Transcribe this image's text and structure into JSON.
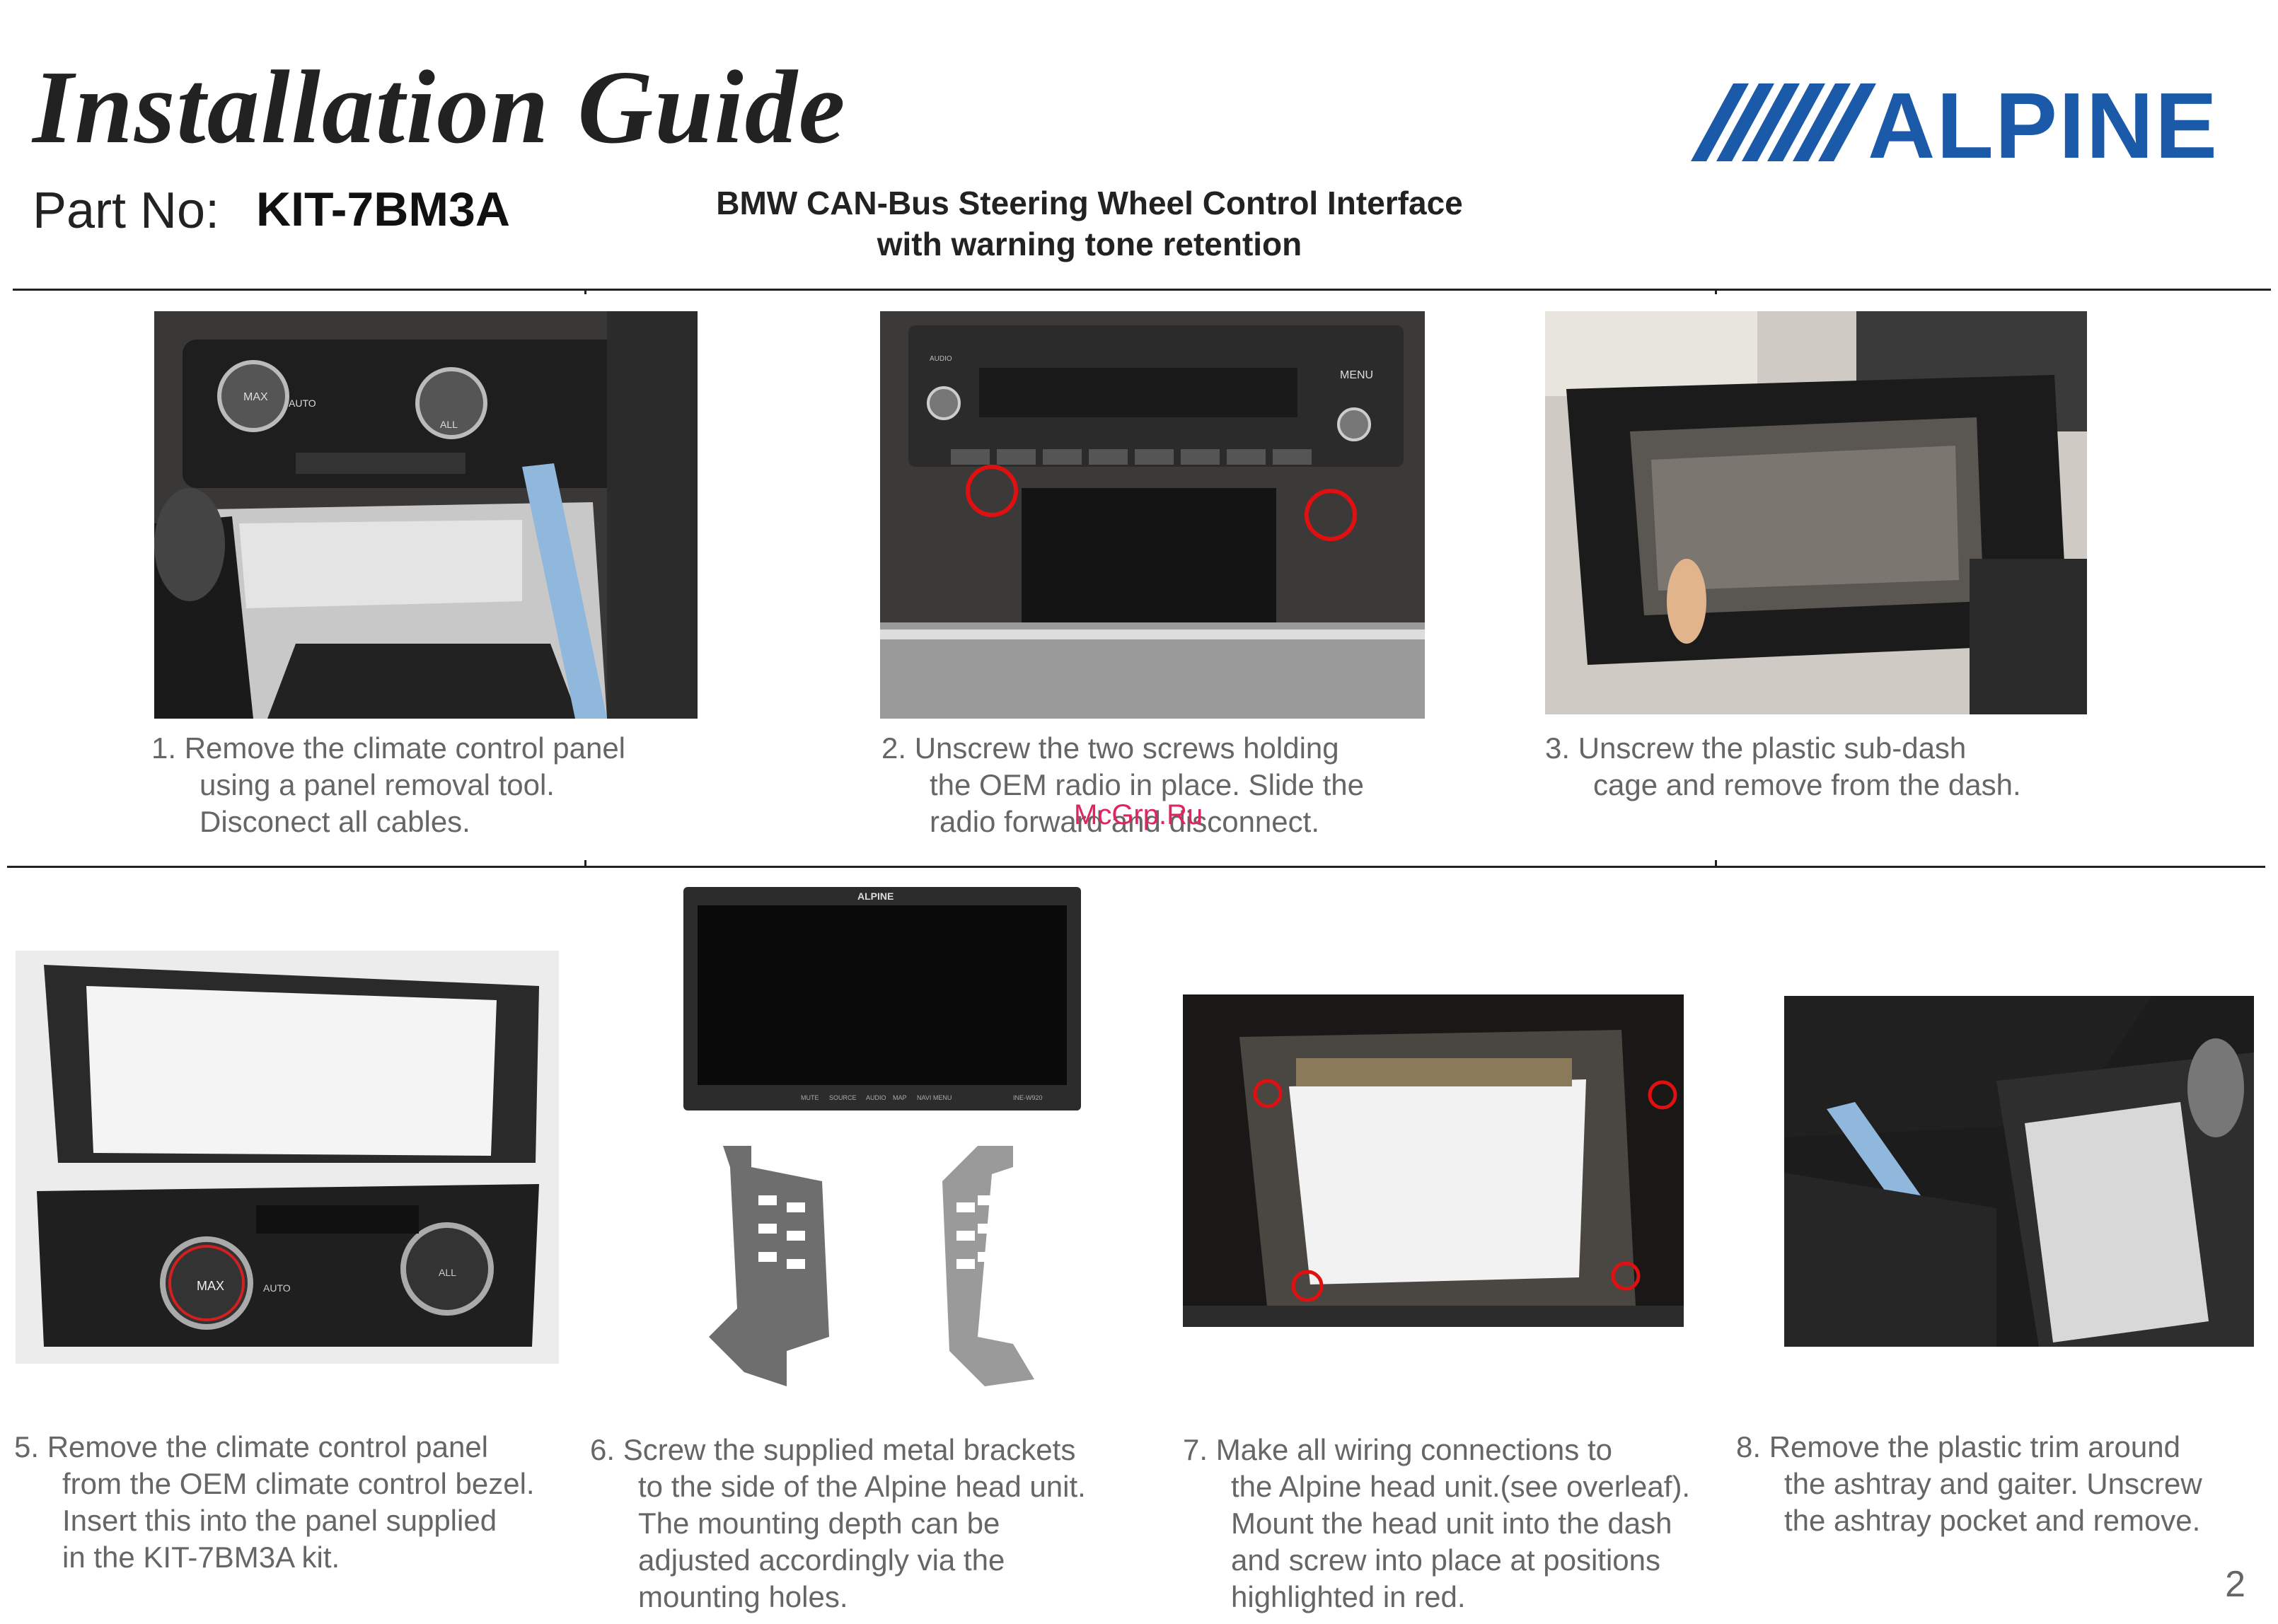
{
  "header": {
    "title": "Installation Guide",
    "part_label": "Part No:",
    "part_number": "KIT-7BM3A",
    "subtitle_line1": "BMW CAN-Bus Steering Wheel Control Interface",
    "subtitle_line2": "with warning tone retention",
    "brand": "ALPINE"
  },
  "steps": [
    {
      "lines": [
        "1.  Remove the climate control panel",
        "using a panel removal tool.",
        "Disconect all cables."
      ]
    },
    {
      "lines": [
        "2.  Unscrew the two screws holding",
        "the OEM radio in place.  Slide the",
        "radio forward and disconnect."
      ]
    },
    {
      "lines": [
        "3.  Unscrew the plastic sub-dash",
        "cage and remove from the dash."
      ]
    },
    {
      "lines": [
        "5.  Remove the climate control panel",
        "from the OEM climate control bezel.",
        "Insert this into the panel supplied",
        "in the KIT-7BM3A kit."
      ]
    },
    {
      "lines": [
        "6.  Screw the supplied metal brackets",
        "to the side of the Alpine head unit.",
        "The mounting depth can be",
        "adjusted accordingly via the",
        "mounting holes."
      ]
    },
    {
      "lines": [
        "7.  Make all wiring connections to",
        "the Alpine head unit.(see overleaf).",
        "Mount the head unit into the dash",
        "and screw into place at positions",
        "highlighted in red."
      ]
    },
    {
      "lines": [
        "8.  Remove the plastic trim around",
        "the ashtray and gaiter.  Unscrew",
        "the ashtray pocket and remove."
      ]
    }
  ],
  "photo_text": {
    "climate_max": "MAX",
    "climate_auto": "AUTO",
    "climate_all": "ALL",
    "radio_menu": "MENU",
    "radio_audio": "AUDIO",
    "unit_brand": "ALPINE",
    "unit_model": "INE-W920",
    "unit_buttons": [
      "MUTE",
      "SOURCE",
      "AUDIO",
      "MAP",
      "NAVI MENU"
    ]
  },
  "watermark": "McGrp.Ru",
  "page_number": "2",
  "colors": {
    "brand_blue": "#1a5aa8",
    "caption_gray": "#666666",
    "marker_red": "#e01010",
    "tool_blue": "#8fb8dc"
  }
}
